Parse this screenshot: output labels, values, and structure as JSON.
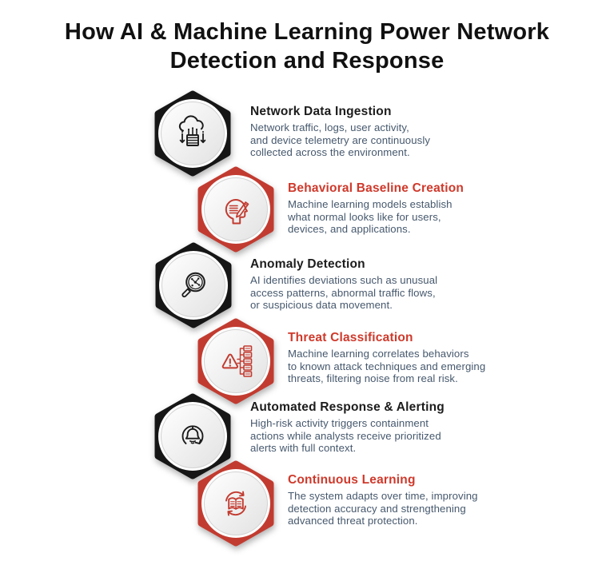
{
  "header": {
    "title": "How AI & Machine Learning Power Network\nDetection and Response"
  },
  "colors": {
    "black_hex": "#161616",
    "red_hex": "#c23b30",
    "title_black": "#1c1c1c",
    "title_red": "#cf392b",
    "body_text": "#46586d",
    "circle_fill_top": "#ffffff",
    "circle_fill_bottom": "#e2e2e2",
    "background": "#ffffff"
  },
  "steps": [
    {
      "id": 1,
      "accent": "black",
      "icon": "cloud-data-ingestion-icon",
      "title": "Network Data Ingestion",
      "body": "Network traffic, logs, user activity,\nand device telemetry are continuously\ncollected across the environment."
    },
    {
      "id": 2,
      "accent": "red",
      "icon": "head-pencil-baseline-icon",
      "title": "Behavioral Baseline Creation",
      "body": "Machine learning models establish\nwhat normal looks like for users,\ndevices, and applications."
    },
    {
      "id": 3,
      "accent": "black",
      "icon": "magnifier-anomaly-icon",
      "title": "Anomaly Detection",
      "body": "AI identifies deviations such as unusual\naccess patterns, abnormal traffic flows,\nor suspicious data movement."
    },
    {
      "id": 4,
      "accent": "red",
      "icon": "alert-classification-icon",
      "title": "Threat Classification",
      "body": "Machine learning correlates behaviors\nto known attack techniques and emerging\nthreats, filtering noise from real risk."
    },
    {
      "id": 5,
      "accent": "black",
      "icon": "bell-refresh-icon",
      "title": "Automated Response & Alerting",
      "body": "High-risk activity triggers containment\nactions while analysts receive prioritized\nalerts with full context."
    },
    {
      "id": 6,
      "accent": "red",
      "icon": "book-refresh-icon",
      "title": "Continuous Learning",
      "body": "The system adapts over time, improving\ndetection accuracy and strengthening\nadvanced threat protection."
    }
  ]
}
